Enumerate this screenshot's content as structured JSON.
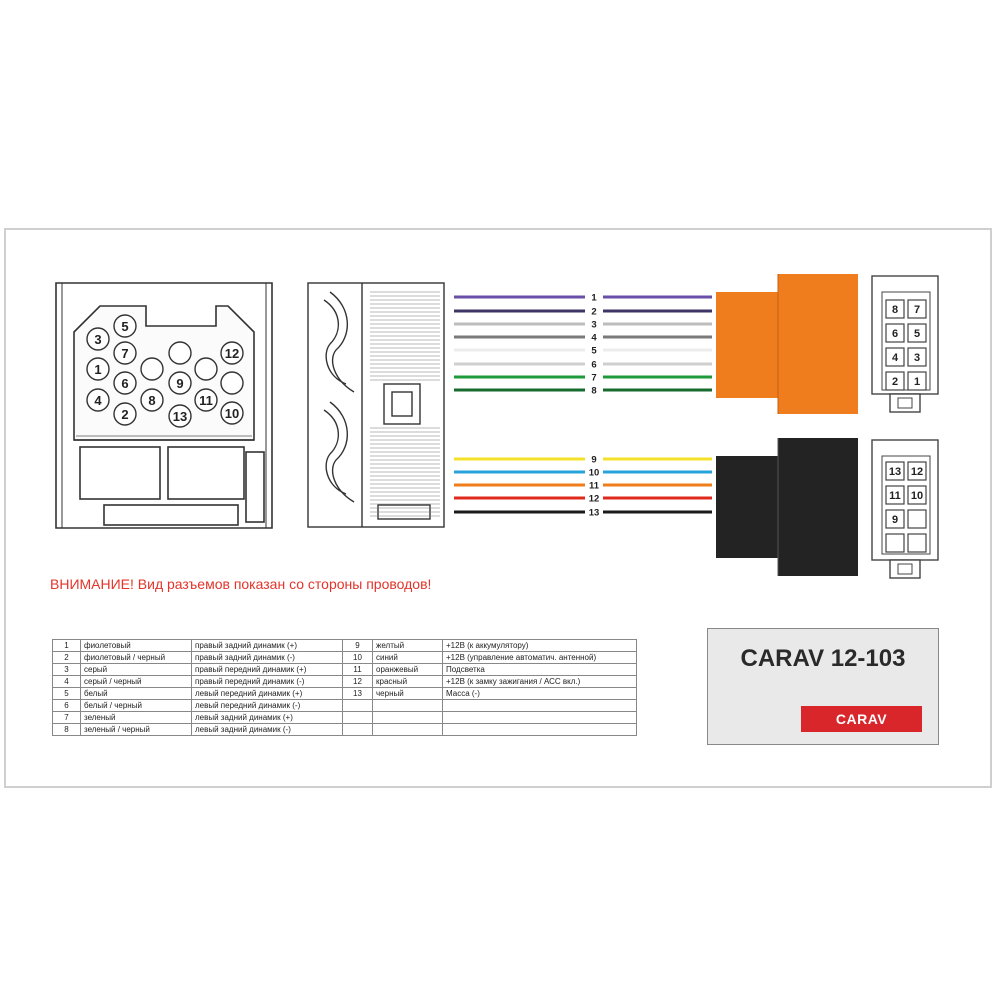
{
  "warning": "ВНИМАНИЕ! Вид разъемов показан со стороны проводов!",
  "model": "CARAV 12-103",
  "logo": "CARAV",
  "left_connector_pins": [
    "5",
    "3",
    "7",
    "12",
    "1",
    "6",
    "9",
    "4",
    "8",
    "11",
    "2",
    "13",
    "10"
  ],
  "wires": [
    {
      "num": "1",
      "color": "#6a4fa8"
    },
    {
      "num": "2",
      "color": "#3e3566"
    },
    {
      "num": "3",
      "color": "#bdbdbd"
    },
    {
      "num": "4",
      "color": "#7a7a7a"
    },
    {
      "num": "5",
      "color": "#ececec"
    },
    {
      "num": "6",
      "color": "#cfcfcf"
    },
    {
      "num": "7",
      "color": "#1d9a3a"
    },
    {
      "num": "8",
      "color": "#176b2f"
    },
    {
      "num": "9",
      "color": "#f5e12a"
    },
    {
      "num": "10",
      "color": "#27a3dc"
    },
    {
      "num": "11",
      "color": "#ee7d1a"
    },
    {
      "num": "12",
      "color": "#e02a1e"
    },
    {
      "num": "13",
      "color": "#1a1a1a"
    }
  ],
  "plug_orange_pins": [
    "8",
    "7",
    "6",
    "5",
    "4",
    "3",
    "2",
    "1"
  ],
  "plug_black_pins": [
    "13",
    "12",
    "11",
    "10",
    "9",
    "",
    "",
    ""
  ],
  "colors": {
    "orange_plug": "#ef7d1e",
    "black_plug": "#232323",
    "warning": "#e3342b",
    "logo_bg": "#d9262b"
  },
  "table": [
    {
      "n1": "1",
      "c1": "фиолетовый",
      "f1": "правый задний динамик (+)",
      "n2": "9",
      "c2": "желтый",
      "f2": "+12В (к аккумулятору)"
    },
    {
      "n1": "2",
      "c1": "фиолетовый / черный",
      "f1": "правый задний динамик (-)",
      "n2": "10",
      "c2": "синий",
      "f2": "+12В (управление автоматич. антенной)"
    },
    {
      "n1": "3",
      "c1": "серый",
      "f1": "правый передний динамик (+)",
      "n2": "11",
      "c2": "оранжевый",
      "f2": "Подсветка"
    },
    {
      "n1": "4",
      "c1": "серый / черный",
      "f1": "правый передний динамик (-)",
      "n2": "12",
      "c2": "красный",
      "f2": "+12В (к замку зажигания / АСС вкл.)"
    },
    {
      "n1": "5",
      "c1": "белый",
      "f1": "левый передний динамик (+)",
      "n2": "13",
      "c2": "черный",
      "f2": "Масса (-)"
    },
    {
      "n1": "6",
      "c1": "белый / черный",
      "f1": "левый передний динамик (-)",
      "n2": "",
      "c2": "",
      "f2": ""
    },
    {
      "n1": "7",
      "c1": "зеленый",
      "f1": "левый задний динамик (+)",
      "n2": "",
      "c2": "",
      "f2": ""
    },
    {
      "n1": "8",
      "c1": "зеленый / черный",
      "f1": "левый задний динамик (-)",
      "n2": "",
      "c2": "",
      "f2": ""
    }
  ]
}
